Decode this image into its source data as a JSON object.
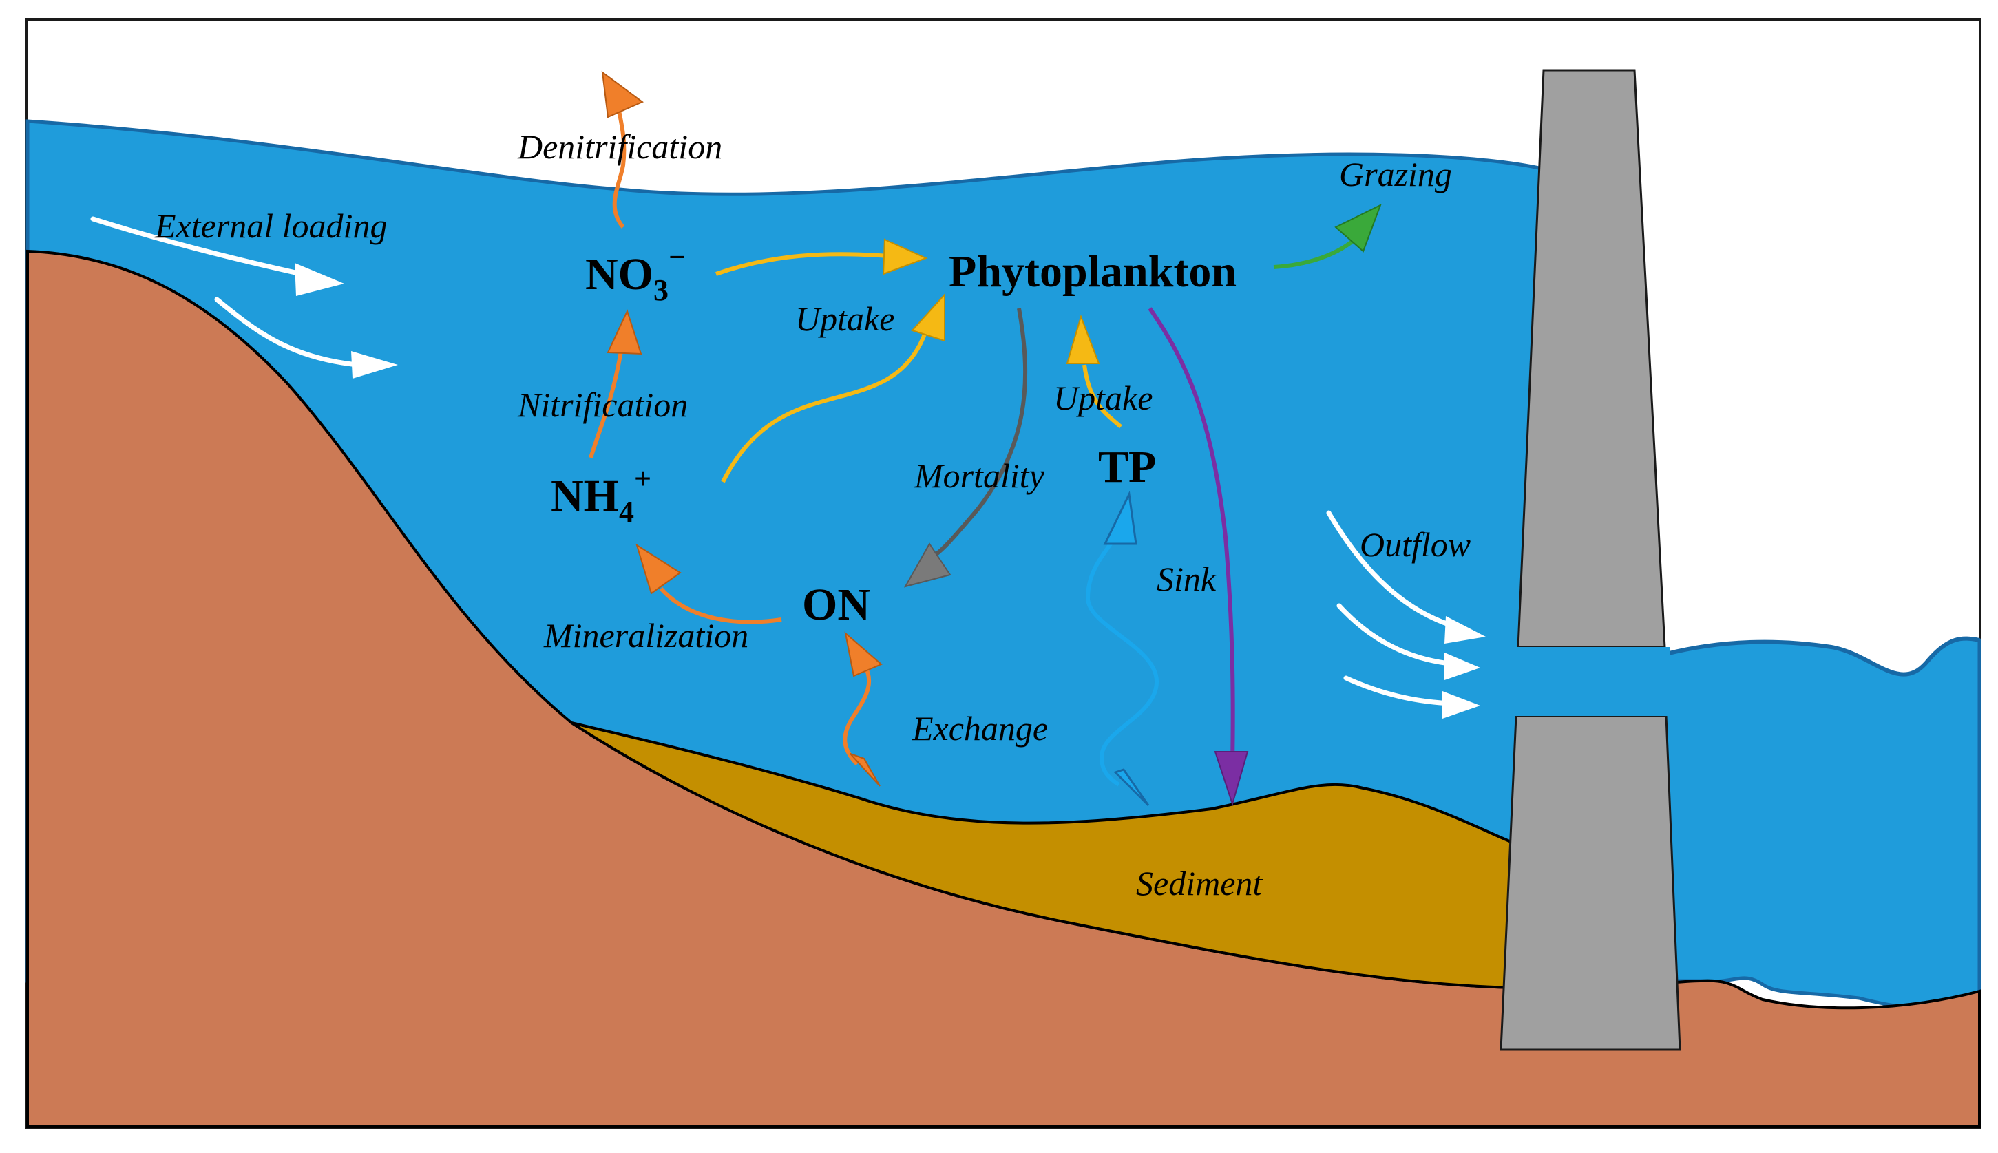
{
  "colors": {
    "water": "#1f9cdb",
    "water_edge": "#1769a6",
    "soil": "#cc7a55",
    "sediment": "#c48f00",
    "dam": "#a0a0a0",
    "white_flow": "#ffffff",
    "nitrogen_arrow": "#f07f2a",
    "uptake_arrow": "#f5b914",
    "grazing_arrow": "#3aa93a",
    "mortality_arrow": "#595959",
    "sink_arrow": "#7b2ea3",
    "phosphorus_arrow": "#1aa7ec"
  },
  "species": {
    "phytoplankton": "Phytoplankton",
    "nitrate": {
      "base": "NO",
      "sub": "3",
      "sup": "−"
    },
    "ammonium": {
      "base": "NH",
      "sub": "4",
      "sup": "+"
    },
    "organic_nitrogen": "ON",
    "total_phosphorus": "TP"
  },
  "processes": {
    "external_loading": "External loading",
    "denitrification": "Denitrification",
    "grazing": "Grazing",
    "uptake_nitrate": "Uptake",
    "uptake_phosphorus": "Uptake",
    "nitrification": "Nitrification",
    "mortality": "Mortality",
    "sink": "Sink",
    "outflow": "Outflow",
    "mineralization": "Mineralization",
    "exchange": "Exchange",
    "sediment": "Sediment"
  }
}
